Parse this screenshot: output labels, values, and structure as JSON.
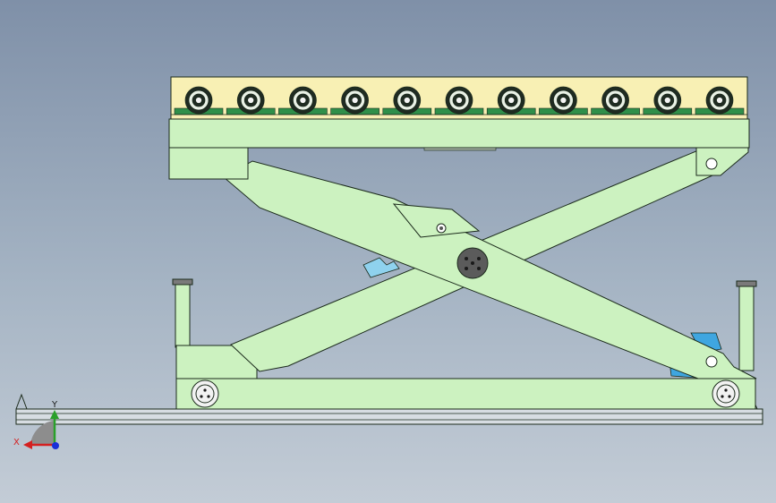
{
  "viewport": {
    "background_top": "#7f90a8",
    "background_bottom": "#c3ccd6"
  },
  "model": {
    "part_color": "#ccf2c0",
    "roller_tray_color": "#f8f0b4",
    "roller_count": 11,
    "bearing_color": "#2f8f4a",
    "accent_blue": "#3fa6e0",
    "outline_color": "#1b2a1b"
  },
  "triad": {
    "x_label": "X",
    "y_label": "Y",
    "x_color": "#d42020",
    "y_color": "#2aa02a",
    "z_color": "#1a30d8"
  }
}
